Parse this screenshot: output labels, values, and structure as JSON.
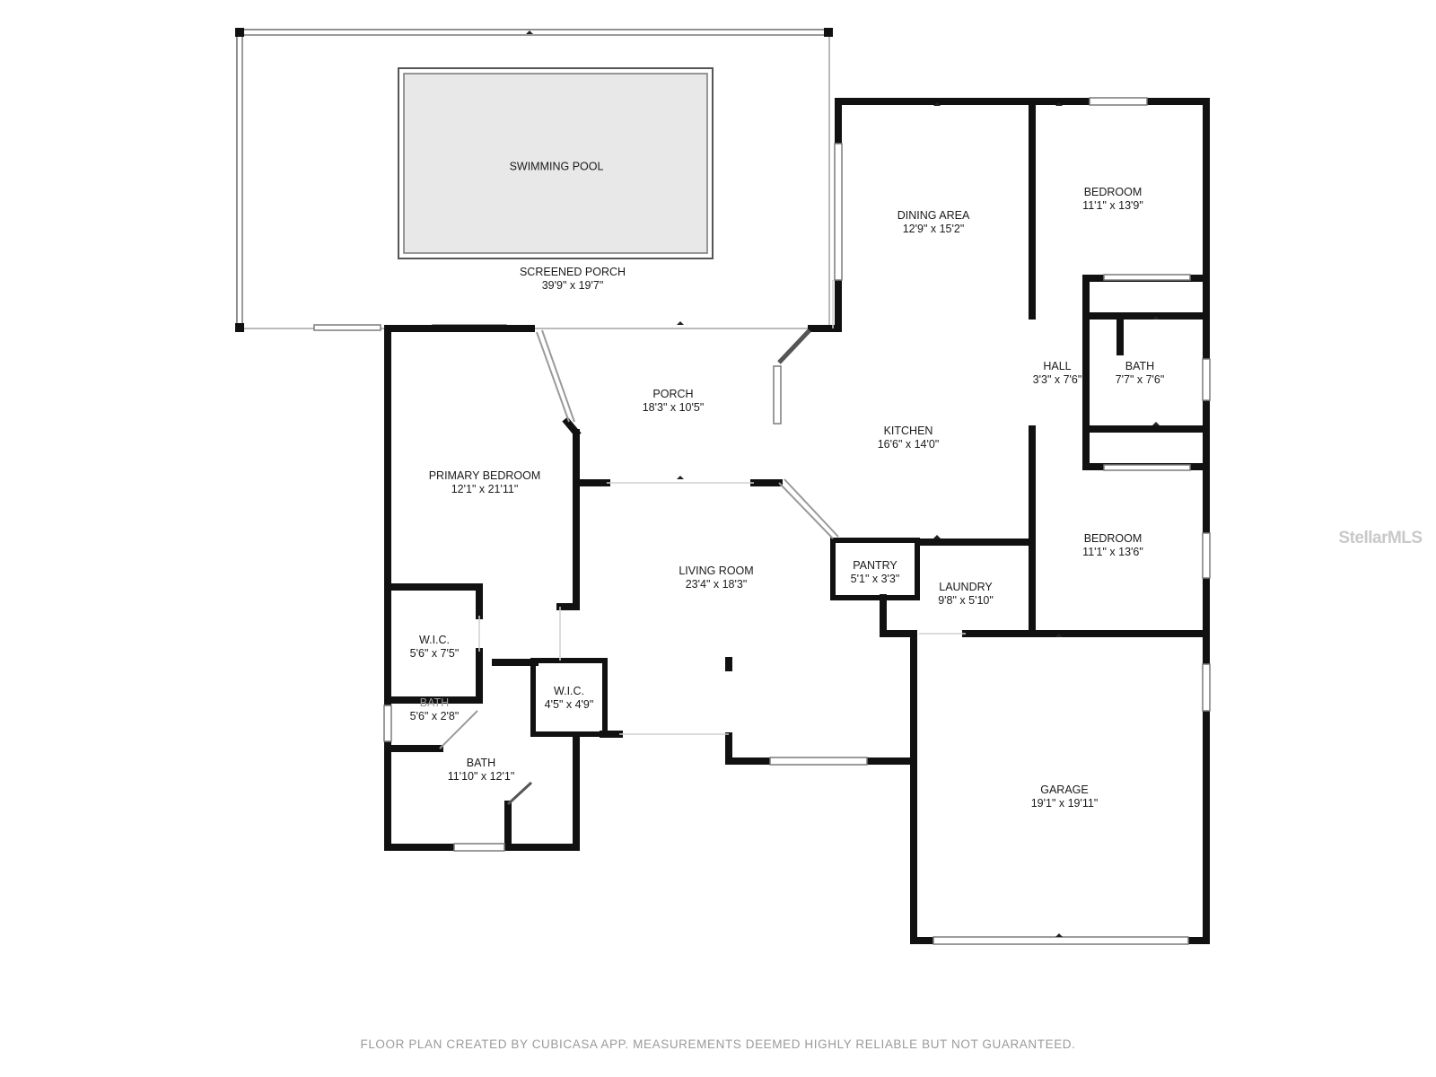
{
  "rooms": {
    "swimming_pool": {
      "name": "SWIMMING POOL"
    },
    "screened_porch": {
      "name": "SCREENED PORCH",
      "dim": "39'9\" x 19'7\""
    },
    "dining_area": {
      "name": "DINING AREA",
      "dim": "12'9\" x 15'2\""
    },
    "bedroom_top": {
      "name": "BEDROOM",
      "dim": "11'1\" x 13'9\""
    },
    "porch": {
      "name": "PORCH",
      "dim": "18'3\" x 10'5\""
    },
    "hall": {
      "name": "HALL",
      "dim": "3'3\" x 7'6\""
    },
    "bath_hall": {
      "name": "BATH",
      "dim": "7'7\" x 7'6\""
    },
    "kitchen": {
      "name": "KITCHEN",
      "dim": "16'6\" x 14'0\""
    },
    "primary_bedroom": {
      "name": "PRIMARY BEDROOM",
      "dim": "12'1\" x 21'11\""
    },
    "bedroom_bottom": {
      "name": "BEDROOM",
      "dim": "11'1\" x 13'6\""
    },
    "living_room": {
      "name": "LIVING ROOM",
      "dim": "23'4\" x 18'3\""
    },
    "pantry": {
      "name": "PANTRY",
      "dim": "5'1\" x 3'3\""
    },
    "laundry": {
      "name": "LAUNDRY",
      "dim": "9'8\" x 5'10\""
    },
    "wic_left": {
      "name": "W.I.C.",
      "dim": "5'6\" x 7'5\""
    },
    "wic_right": {
      "name": "W.I.C.",
      "dim": "4'5\" x 4'9\""
    },
    "bath_small": {
      "name": "BATH",
      "dim": "5'6\" x 2'8\""
    },
    "bath_primary": {
      "name": "BATH",
      "dim": "11'10\" x 12'1\""
    },
    "garage": {
      "name": "GARAGE",
      "dim": "19'1\" x 19'11\""
    }
  },
  "footer": "FLOOR PLAN CREATED BY CUBICASA APP. MEASUREMENTS DEEMED HIGHLY RELIABLE BUT NOT GUARANTEED.",
  "watermark": "StellarMLS",
  "colors": {
    "wall": "#111111",
    "pool_fill": "#e8e8e8",
    "footer_text": "#9a9a9a"
  }
}
